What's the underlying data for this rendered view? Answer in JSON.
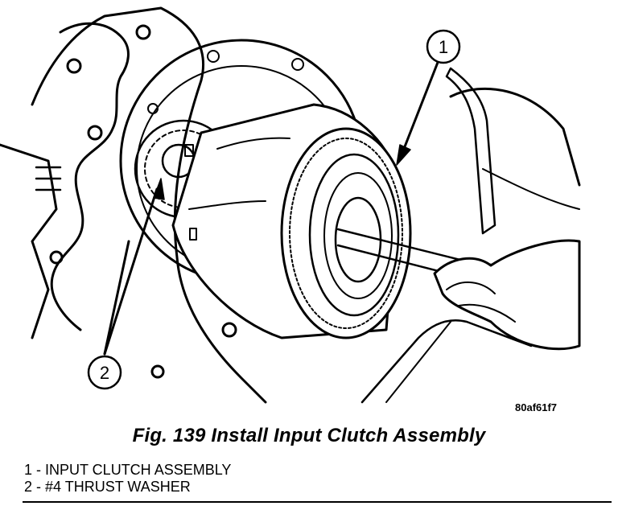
{
  "figure": {
    "image_code": "80af61f7",
    "caption": "Fig. 139 Install Input Clutch Assembly",
    "callouts": [
      {
        "number": "1",
        "label": "1 - INPUT CLUTCH ASSEMBLY"
      },
      {
        "number": "2",
        "label": "2 - #4 THRUST WASHER"
      }
    ]
  }
}
